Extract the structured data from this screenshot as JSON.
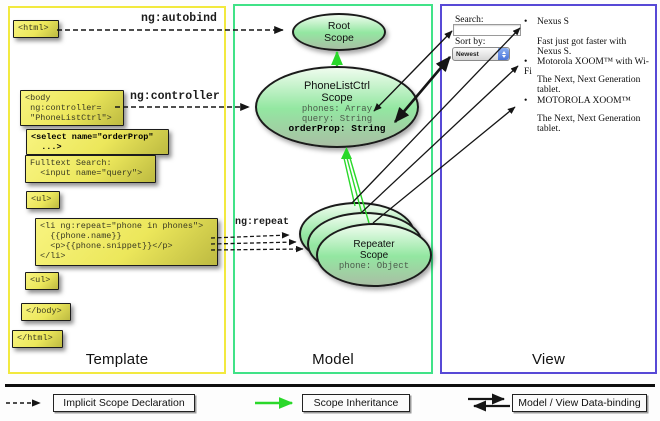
{
  "template_panel": {
    "label": "Template",
    "boxes": {
      "html_open": "<html>",
      "body_open": "<body\n ng:controller=\n \"PhoneListCtrl\">",
      "select": "<select name=\"orderProp\"\n  ...>",
      "fulltext": "Fulltext Search:\n  <input name=\"query\">",
      "ul_open": "<ul>",
      "li_repeat": "<li ng:repeat=\"phone in phones\">\n  {{phone.name}}\n  <p>{{phone.snippet}}</p>\n</li>",
      "ul_close": "<ul>",
      "body_close": "</body>",
      "html_close": "</html>"
    }
  },
  "model_panel": {
    "label": "Model",
    "root_scope": {
      "title": "Root\nScope"
    },
    "phonelist_scope": {
      "title": "PhoneListCtrl\nScope",
      "props": "phones: Array\nquery: String",
      "bold_prop": "orderProp: String"
    },
    "repeater_scope": {
      "title": "Repeater\nScope",
      "prop": "phone: Object"
    }
  },
  "view_panel": {
    "label": "View",
    "search_label": "Search:",
    "sort_label": "Sort by:",
    "sort_value": "Newest",
    "bullet": "•",
    "items": [
      {
        "title": "Nexus S",
        "desc": "Fast just got faster with Nexus S."
      },
      {
        "title": "Motorola XOOM™ with Wi-Fi",
        "desc": "The Next, Next Generation tablet."
      },
      {
        "title": "MOTOROLA XOOM™",
        "desc": "The Next, Next Generation tablet."
      }
    ]
  },
  "annotations": {
    "autobind": "ng:autobind",
    "controller": "ng:controller",
    "repeat": "ng:repeat"
  },
  "legend": {
    "implicit": "Implicit Scope Declaration",
    "inheritance": "Scope Inheritance",
    "databinding": "Model / View Data-binding"
  },
  "colors": {
    "template_border": "#f2e93f",
    "model_border": "#40e287",
    "view_border": "#5749d6",
    "scope_fill": "#93e7a1",
    "code_box_fill": "#ece75b",
    "arrow_green": "#2ad82a",
    "arrow_black": "#151515"
  }
}
